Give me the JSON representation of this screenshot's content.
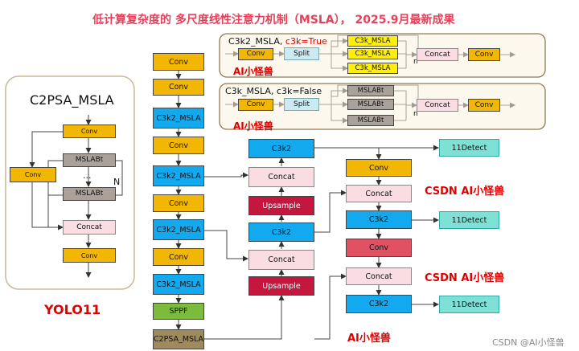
{
  "title": "低计算复杂度的 多尺度线性注意力机制（MSLA）， 2025.9月最新成果",
  "watermarks": {
    "csdn1": "CSDN AI小怪兽",
    "csdn2": "CSDN AI小怪兽",
    "ai_bottom": "AI小怪兽",
    "ai_box1": "AI小怪兽",
    "ai_box2": "AI小怪兽",
    "yolo": "YOLO11",
    "footer": "CSDN @AI小怪兽"
  },
  "left_module": {
    "title": "C2PSA_MSLA",
    "conv_top": "Conv",
    "msla1": "MSLABt",
    "dots": "...",
    "msla2": "MSLABt",
    "n_label": "N",
    "conv_side": "Conv",
    "concat": "Concat",
    "conv_bottom": "Conv"
  },
  "module_true": {
    "title_black": "C3k2_MSLA, ",
    "title_red": "c3k=True",
    "conv_in": "Conv",
    "split": "Split",
    "block1": "C3k_MSLA",
    "block2": "C3k_MSLA",
    "block3": "C3k_MSLA",
    "n_label": "n",
    "concat": "Concat",
    "conv_out": "Conv"
  },
  "module_false": {
    "title": "C3k_MSLA, c3k=False",
    "conv_in": "Conv",
    "split": "Split",
    "block1": "MSLABt",
    "block2": "MSLABt",
    "block3": "MSLABt",
    "n_label": "n",
    "concat": "Concat",
    "conv_out": "Conv"
  },
  "backbone": [
    "Conv",
    "Conv",
    "C3k2_MSLA",
    "Conv",
    "C3k2_MSLA",
    "Conv",
    "C3k2_MSLA",
    "Conv",
    "C3k2_MSLA",
    "SPPF",
    "C2PSA_MSLA"
  ],
  "neck_col1": {
    "c3k2_top": "C3k2",
    "concat1": "Concat",
    "upsample1": "Upsample",
    "c3k2_mid": "C3k2",
    "concat2": "Concat",
    "upsample2": "Upsample"
  },
  "neck_col2": {
    "conv1": "Conv",
    "concat1": "Concat",
    "c3k2_1": "C3k2",
    "conv2": "Conv",
    "concat2": "Concat",
    "c3k2_2": "C3k2"
  },
  "detect": [
    "11Detect",
    "11Detect",
    "11Detect"
  ]
}
